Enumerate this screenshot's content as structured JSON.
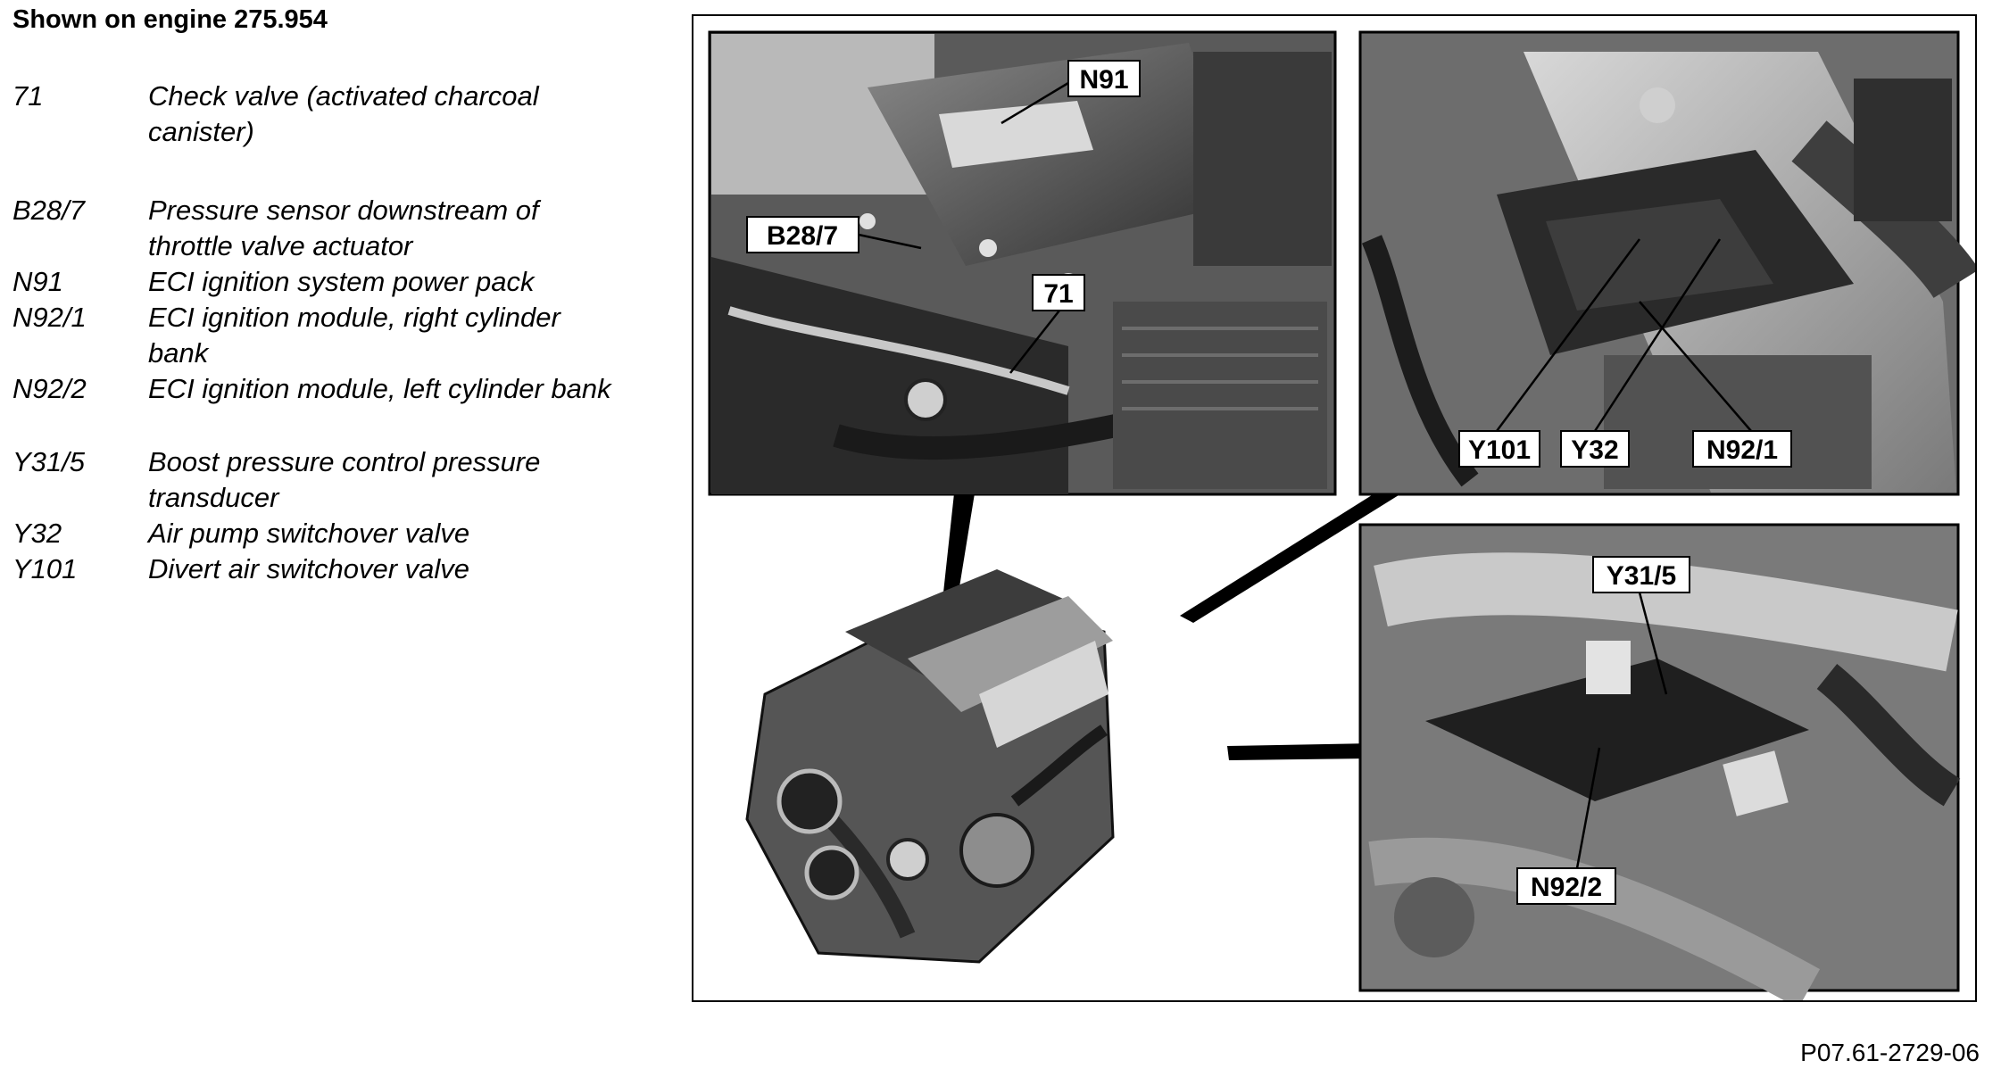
{
  "heading": "Shown on engine 275.954",
  "legend": [
    {
      "code": "71",
      "description": "Check valve (activated charcoal canister)"
    },
    {
      "code": "B28/7",
      "description": "Pressure sensor downstream of throttle valve actuator"
    },
    {
      "code": "N91",
      "description": "ECI ignition system power pack"
    },
    {
      "code": "N92/1",
      "description": "ECI ignition module, right cylinder bank"
    },
    {
      "code": "N92/2",
      "description": "ECI ignition module, left cylinder bank"
    },
    {
      "code": "Y31/5",
      "description": "Boost pressure control pressure transducer"
    },
    {
      "code": "Y32",
      "description": "Air pump switchover valve"
    },
    {
      "code": "Y101",
      "description": "Divert air switchover valve"
    }
  ],
  "figure": {
    "labels": {
      "n91": "N91",
      "b28_7": "B28/7",
      "c71": "71",
      "y101": "Y101",
      "y32": "Y32",
      "n92_1": "N92/1",
      "y31_5": "Y31/5",
      "n92_2": "N92/2"
    }
  },
  "figure_number": "P07.61-2729-06"
}
